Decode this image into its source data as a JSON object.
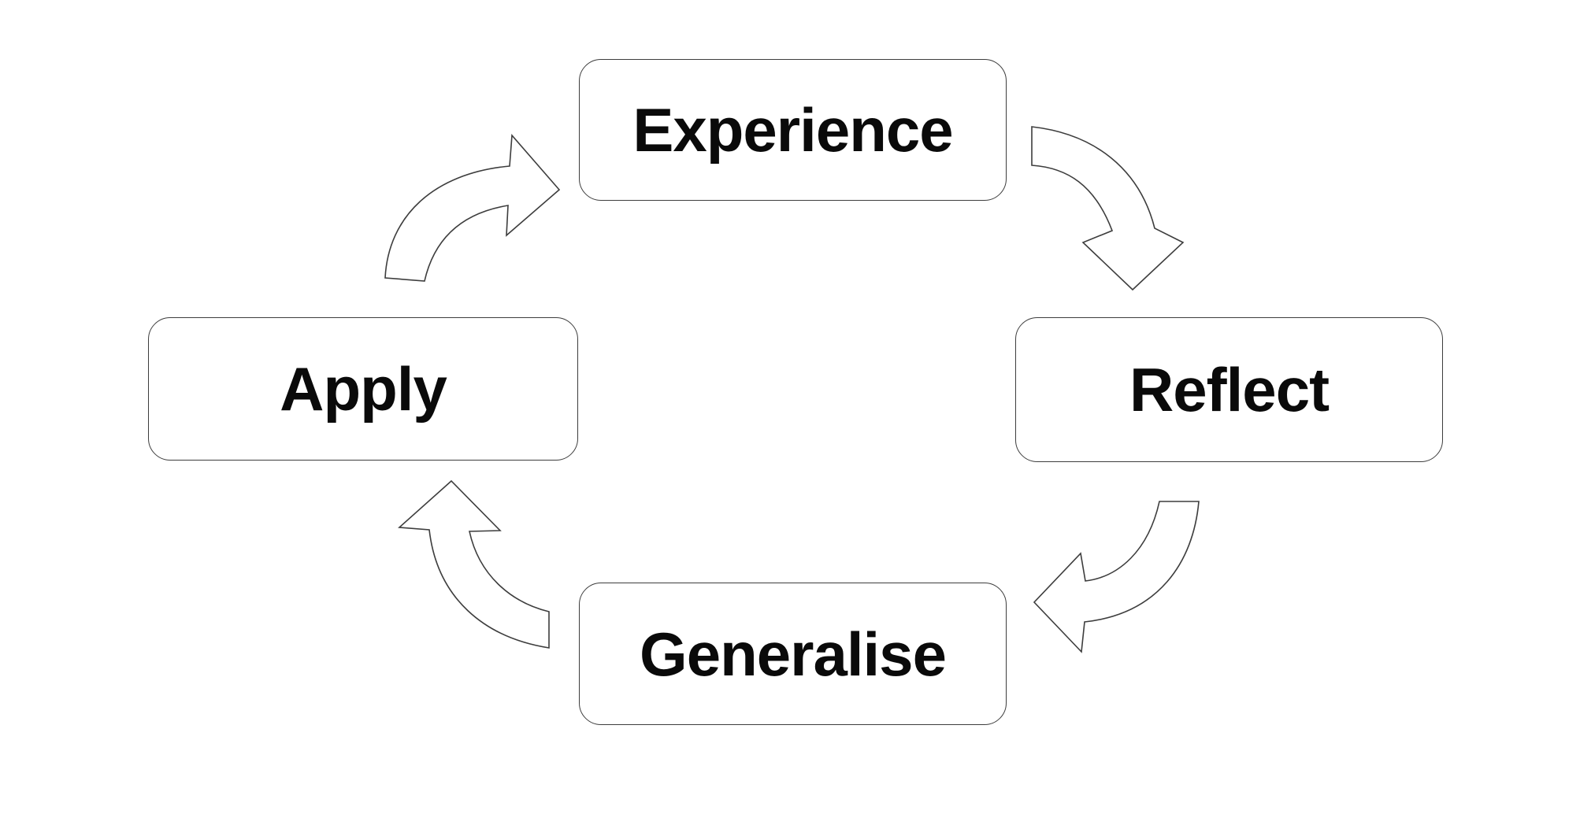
{
  "diagram": {
    "type": "cycle-diagram",
    "colors": {
      "background": "#ffffff",
      "stroke": "#3d3d3d",
      "text": "#0a0a0a",
      "node_fill": "#ffffff",
      "arrow_fill": "#ffffff"
    },
    "nodes": [
      {
        "id": "experience",
        "label": "Experience",
        "position": "top"
      },
      {
        "id": "reflect",
        "label": "Reflect",
        "position": "right"
      },
      {
        "id": "generalise",
        "label": "Generalise",
        "position": "bottom"
      },
      {
        "id": "apply",
        "label": "Apply",
        "position": "left"
      }
    ],
    "arrows": [
      {
        "from": "experience",
        "to": "reflect",
        "style": "curved-block-arrow",
        "head_direction": "down"
      },
      {
        "from": "reflect",
        "to": "generalise",
        "style": "curved-block-arrow",
        "head_direction": "left"
      },
      {
        "from": "generalise",
        "to": "apply",
        "style": "curved-block-arrow",
        "head_direction": "up"
      },
      {
        "from": "apply",
        "to": "experience",
        "style": "curved-block-arrow",
        "head_direction": "right"
      }
    ]
  }
}
